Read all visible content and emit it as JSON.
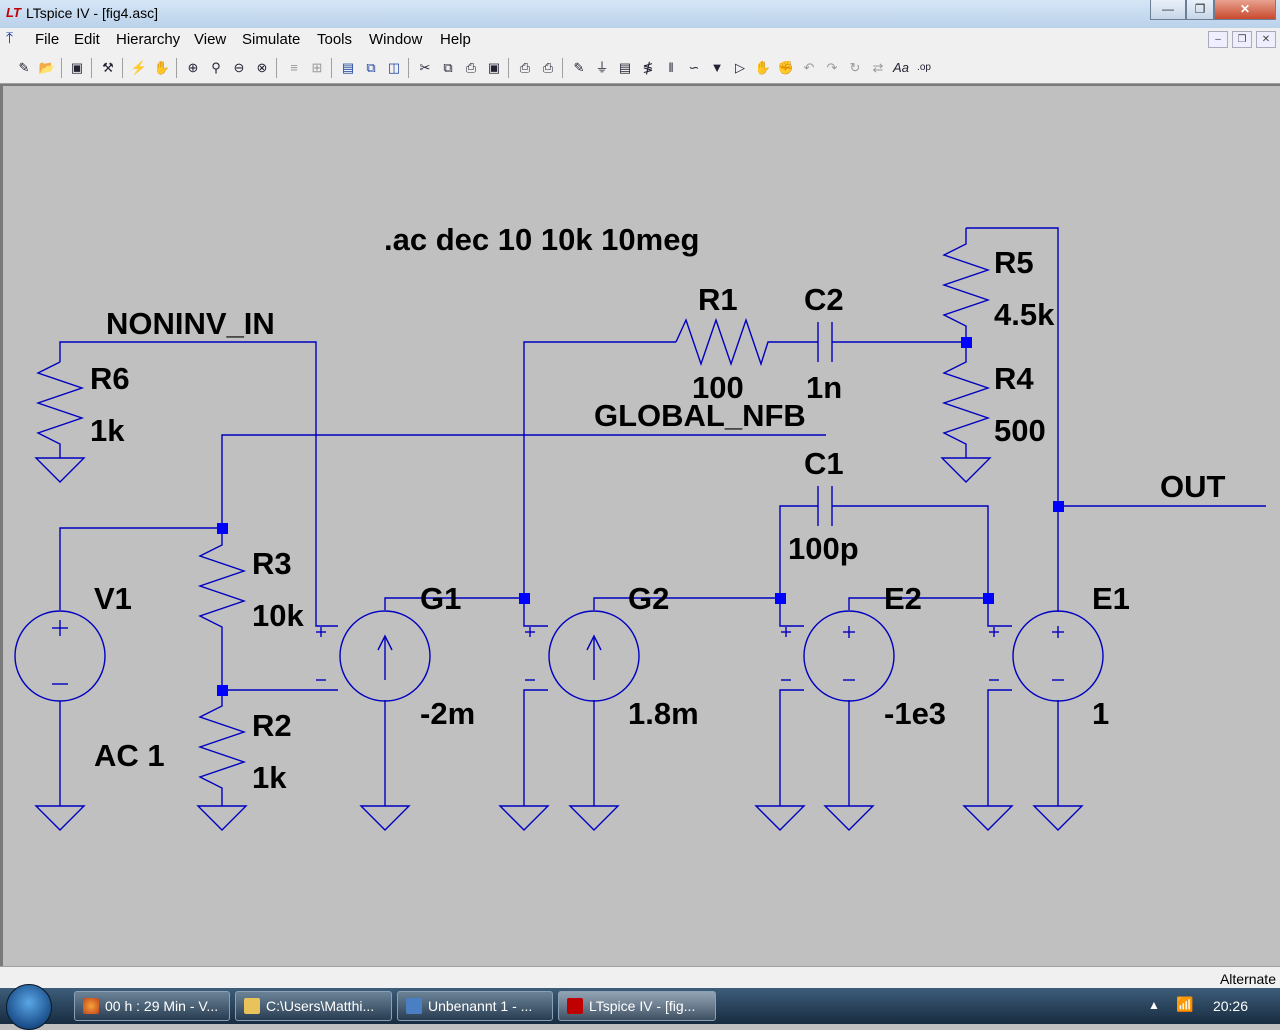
{
  "window": {
    "title": "LTspice IV - [fig4.asc]",
    "app_icon": "ltspice-logo-icon"
  },
  "menu": {
    "items": [
      "File",
      "Edit",
      "Hierarchy",
      "View",
      "Simulate",
      "Tools",
      "Window",
      "Help"
    ]
  },
  "toolbar": {
    "icons": [
      "new-schematic-icon",
      "open-icon",
      "save-icon",
      "control-panel-icon",
      "run-icon",
      "halt-icon",
      "zoom-in-icon",
      "zoom-pan-icon",
      "zoom-out-icon",
      "zoom-fit-icon",
      "autorange-icon",
      "plot-settings-icon",
      "tile-horizontal-icon",
      "cascade-icon",
      "tile-vertical-icon",
      "cut-icon",
      "copy-icon",
      "paste-icon",
      "find-icon",
      "print-setup-icon",
      "print-icon",
      "wire-icon",
      "ground-icon",
      "label-net-icon",
      "resistor-icon",
      "capacitor-icon",
      "inductor-icon",
      "diode-icon",
      "component-icon",
      "move-icon",
      "drag-icon",
      "undo-icon",
      "redo-icon",
      "rotate-icon",
      "mirror-icon",
      "text-icon",
      "spice-directive-icon"
    ]
  },
  "schematic": {
    "directive": ".ac dec 10 10k 10meg",
    "nets": {
      "noninv_in": "NONINV_IN",
      "global_nfb": "GLOBAL_NFB",
      "out": "OUT"
    },
    "components": {
      "R1": {
        "ref": "R1",
        "value": "100"
      },
      "C2": {
        "ref": "C2",
        "value": "1n"
      },
      "R5": {
        "ref": "R5",
        "value": "4.5k"
      },
      "R4": {
        "ref": "R4",
        "value": "500"
      },
      "R6": {
        "ref": "R6",
        "value": "1k"
      },
      "C1": {
        "ref": "C1",
        "value": "100p"
      },
      "V1": {
        "ref": "V1",
        "value": "AC 1"
      },
      "R3": {
        "ref": "R3",
        "value": "10k"
      },
      "R2": {
        "ref": "R2",
        "value": "1k"
      },
      "G1": {
        "ref": "G1",
        "value": "-2m"
      },
      "G2": {
        "ref": "G2",
        "value": "1.8m"
      },
      "E2": {
        "ref": "E2",
        "value": "-1e3"
      },
      "E1": {
        "ref": "E1",
        "value": "1"
      }
    },
    "wire_color": "#0000c0",
    "junction_color": "#0000ff"
  },
  "status": {
    "text": "Alternate"
  },
  "taskbar": {
    "tasks": [
      "00 h : 29 Min - V...",
      "C:\\Users\\Matthi...",
      "Unbenannt 1 - ...",
      "LTspice IV - [fig..."
    ],
    "clock": "20:26"
  }
}
